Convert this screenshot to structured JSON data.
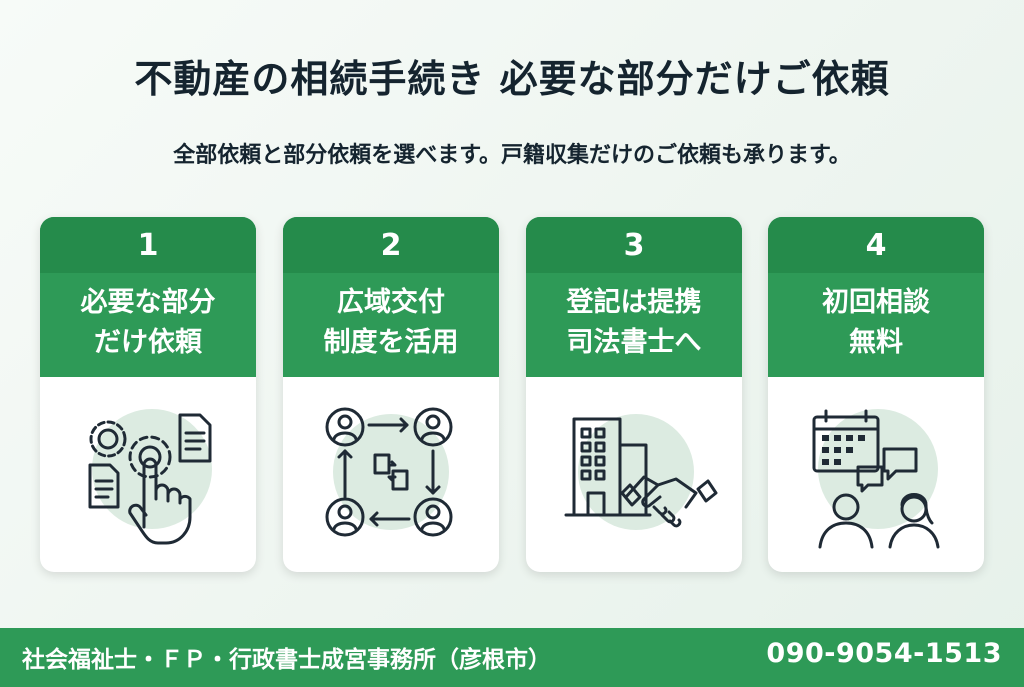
{
  "header": {
    "title": "不動産の相続手続き 必要な部分だけご依頼",
    "subtitle": "全部依頼と部分依頼を選べます。戸籍収集だけのご依頼も承ります。"
  },
  "cards": [
    {
      "number": "1",
      "line1": "必要な部分",
      "line2": "だけ依頼",
      "icon": "gear-hand-document-icon"
    },
    {
      "number": "2",
      "line1": "広域交付",
      "line2": "制度を活用",
      "icon": "people-exchange-icon"
    },
    {
      "number": "3",
      "line1": "登記は提携",
      "line2": "司法書士へ",
      "icon": "building-handshake-icon"
    },
    {
      "number": "4",
      "line1": "初回相談",
      "line2": "無料",
      "icon": "calendar-consultation-icon"
    }
  ],
  "footer": {
    "office": "社会福祉士・ＦＰ・行政書士成宮事務所（彦根市）",
    "phone": "090-9054-1513"
  },
  "colors": {
    "accent": "#2e9a57",
    "accent_dark": "#258b4b",
    "text": "#15242f",
    "icon_bg": "#dcebe1"
  }
}
